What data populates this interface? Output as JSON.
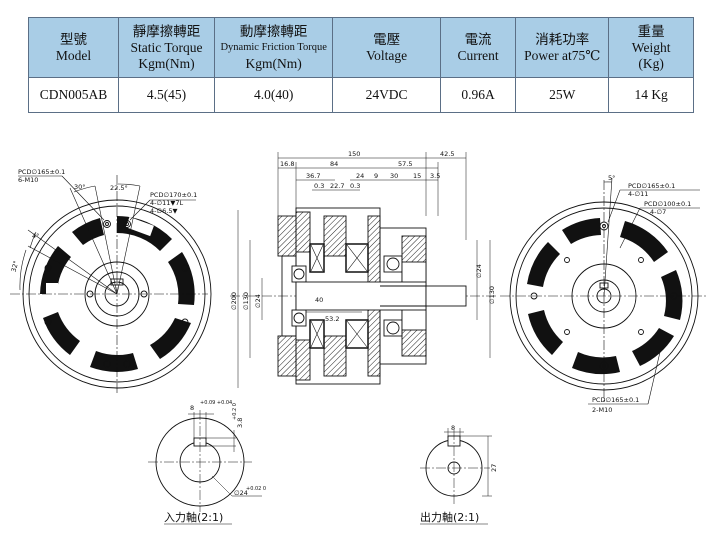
{
  "table": {
    "headers": [
      {
        "zh": "型號",
        "en": "Model"
      },
      {
        "zh": "靜摩擦轉距",
        "en": "Static Torque",
        "unit": "Kgm(Nm)"
      },
      {
        "zh": "動摩擦轉距",
        "en": "Dynamic Friction Torque",
        "unit": "Kgm(Nm)"
      },
      {
        "zh": "電壓",
        "en": "Voltage"
      },
      {
        "zh": "電流",
        "en": "Current"
      },
      {
        "zh": "消耗功率",
        "en": "Power at75℃"
      },
      {
        "zh": "重量",
        "en": "Weight",
        "unit": "(Kg)"
      }
    ],
    "row": [
      "CDN005AB",
      "4.5(45)",
      "4.0(40)",
      "24VDC",
      "0.96A",
      "25W",
      "14 Kg"
    ]
  },
  "drawing": {
    "left_view": {
      "pcd_165": "PCD∅165±0.1",
      "holes_m10": "6-M10",
      "pcd_170": "PCD∅170±0.1",
      "holes_11": "4-∅11▼7L",
      "holes_65": "4-∅6.5▼",
      "angle_30": "30°",
      "angle_225": "22.5°",
      "angle_4": "4°",
      "angle_32": "32°"
    },
    "section_view": {
      "d150": "150",
      "d425": "42.5",
      "d168": "16.8",
      "d84": "84",
      "d575": "57.5",
      "d367": "36.7",
      "d24": "24",
      "d9": "9",
      "d30": "30",
      "d15": "15",
      "d35": "3.5",
      "d03a": "0.3",
      "d227": "22.7",
      "d03b": "0.3",
      "d200": "∅200",
      "d130": "∅130",
      "d24h7": "∅24",
      "d40": "40",
      "d532": "53.2",
      "d24r": "∅24",
      "d130r": "∅130"
    },
    "right_view": {
      "angle_5": "5°",
      "pcd_165": "PCD∅165±0.1",
      "holes_11": "4-∅11",
      "pcd_100": "PCD∅100±0.1",
      "holes_7": "4-∅7",
      "pcd_165b": "PCD∅165±0.1",
      "holes_m10": "2-M10"
    },
    "input_shaft": {
      "caption": "入力軸(2:1)",
      "key_width": "8",
      "key_tol": "+0.09 +0.04",
      "key_depth": "3.8",
      "key_depth_tol": "+0.2 0",
      "bore": "∅24",
      "bore_tol": "+0.02 0"
    },
    "output_shaft": {
      "caption": "出力軸(2:1)",
      "key_width": "8",
      "height": "27"
    }
  }
}
